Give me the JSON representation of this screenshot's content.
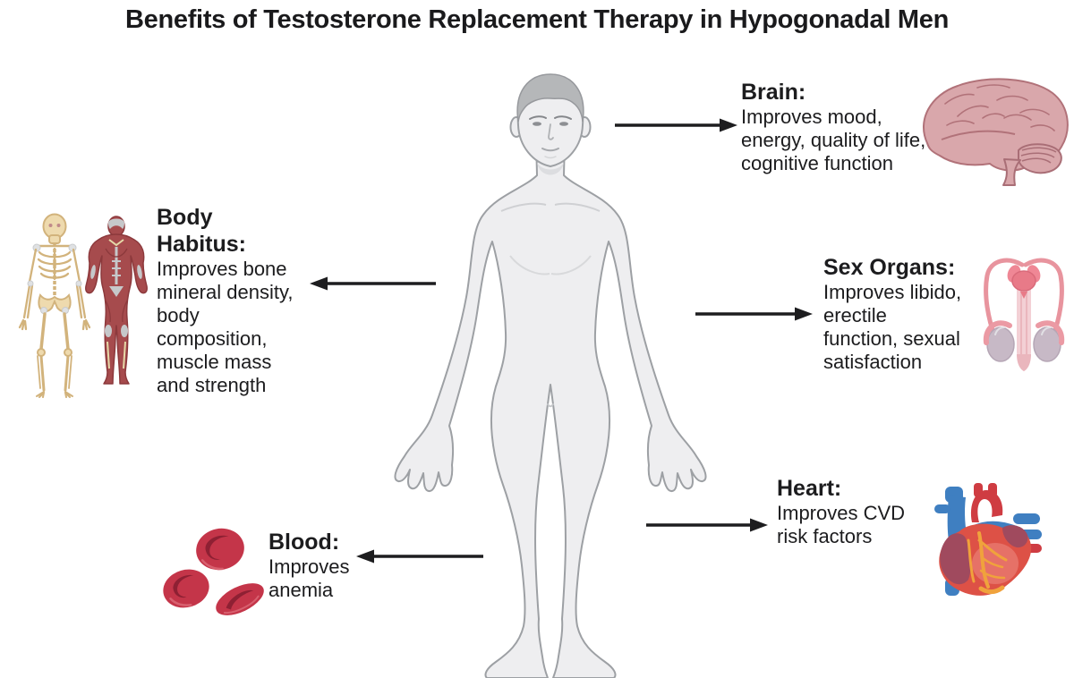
{
  "title": "Benefits of Testosterone Replacement Therapy in Hypogonadal Men",
  "sections": {
    "brain": {
      "heading": "Brain:",
      "body": "Improves mood,\nenergy, quality of life,\ncognitive function",
      "icon": "brain-icon",
      "arrow_direction": "right"
    },
    "body_habitus": {
      "heading": "Body\nHabitus:",
      "body": "Improves bone\nmineral density,\nbody\ncomposition,\nmuscle mass\nand strength",
      "icon": "skeleton-icon, muscle-figure-icon",
      "arrow_direction": "left"
    },
    "sex_organs": {
      "heading": "Sex Organs:",
      "body": "Improves libido,\nerectile\nfunction, sexual\nsatisfaction",
      "icon": "male-reproductive-icon",
      "arrow_direction": "right"
    },
    "heart": {
      "heading": "Heart:",
      "body": "Improves CVD\nrisk factors",
      "icon": "heart-icon",
      "arrow_direction": "right"
    },
    "blood": {
      "heading": "Blood:",
      "body": "Improves\nanemia",
      "icon": "red-blood-cells-icon",
      "arrow_direction": "left"
    }
  },
  "figure": {
    "name": "male-body-figure"
  },
  "colors": {
    "background": "#ffffff",
    "text": "#1c1c1e",
    "arrow": "#1d1d1f",
    "body_fill": "#eeeef0",
    "body_outline": "#9da0a4",
    "hair": "#b5b7b9",
    "brain_fill": "#d9a7ab",
    "brain_line": "#b17279",
    "bone_fill": "#eedaae",
    "bone_line": "#d2b37c",
    "muscle_fill": "#a64b4d",
    "muscle_line": "#8c393c",
    "fascia_gray": "#c6c8ca",
    "tendon_yellow": "#e5d9a8",
    "organ_pink": "#e8949e",
    "organ_deep_pink": "#e87a88",
    "organ_pale_pink": "#f3d0d5",
    "testis_fill": "#c7b9c6",
    "heart_red": "#dd5146",
    "vessel_red": "#cf3c42",
    "vessel_blue": "#3f7fc1",
    "atrium_maroon": "#a04a5e",
    "coronary_orange": "#f0a23c",
    "rbc_fill": "#c43549",
    "rbc_dark": "#8e2033"
  }
}
